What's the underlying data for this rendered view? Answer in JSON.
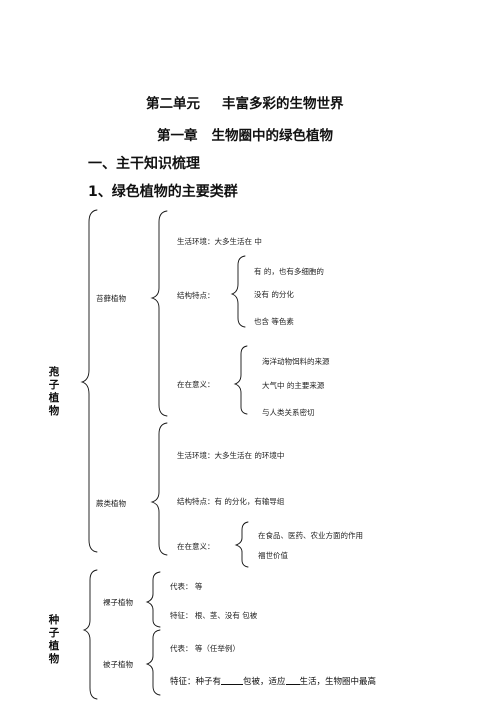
{
  "heading": {
    "unit": "第二单元",
    "unit_title": "丰富多彩的生物世界",
    "chapter": "第一章",
    "chapter_title": "生物圈中的绿色植物"
  },
  "sections": {
    "s1": "一、主干知识梳理",
    "s2": "1、绿色植物的主要类群"
  },
  "groups": {
    "spore_plants": [
      "孢",
      "子",
      "植",
      "物"
    ],
    "seed_plants": [
      "种",
      "子",
      "植",
      "物"
    ]
  },
  "categories": {
    "moss": "苔藓植物",
    "fern": "蕨类植物",
    "gymno": "裸子植物",
    "angio": "被子植物"
  },
  "moss": {
    "habitat": "生活环境：大多生活在        中",
    "structure_label": "结构特点：",
    "structure_items": [
      "有        的，也有多细胞的",
      "没有                              的分化",
      "也含                    等色素"
    ],
    "value_label": "在在意义：",
    "value_items": [
      "海洋动物饵料的来源",
      "大气中        的主要来源",
      "与人类关系密切"
    ]
  },
  "fern": {
    "habitat": "生活环境：大多生活在          的环境中",
    "structure": "结构特点：有                    的分化，有输导组",
    "value_label": "在在意义：",
    "value_items": [
      "在食品、医药、农业方面的作用",
      "福世价值"
    ]
  },
  "gymno": {
    "rep": "代表：                                    等",
    "feature": "特征：    根、茎、没有      包被"
  },
  "angio": {
    "rep": "代表：                                   等（任举例）",
    "feature_parts": [
      "特征：种子有",
      "包被，适应",
      "生活，生物圈中最高"
    ]
  }
}
